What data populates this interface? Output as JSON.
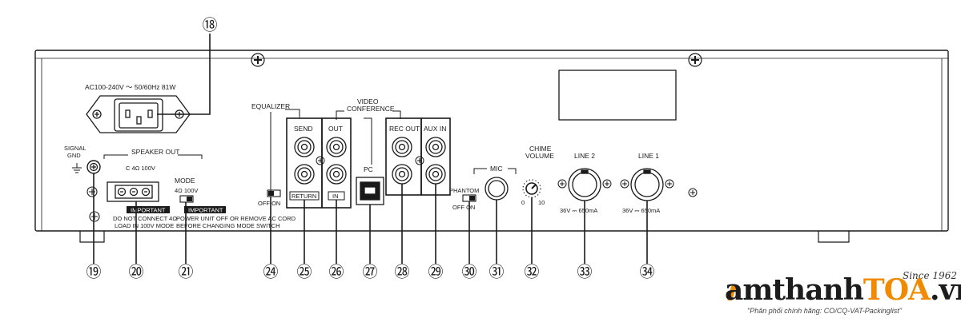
{
  "power": {
    "rating": "AC100-240V ～ 50/60Hz  81W"
  },
  "callouts": [
    "⑱",
    "⑲",
    "⑳",
    "㉑",
    "㉔",
    "㉕",
    "㉖",
    "㉗",
    "㉘",
    "㉙",
    "㉚",
    "㉛",
    "㉜",
    "㉝",
    "㉞"
  ],
  "signal_gnd": {
    "line1": "SIGNAL",
    "line2": "GND"
  },
  "speaker_out": {
    "title": "SPEAKER OUT",
    "terminals": "C   4Ω  100V",
    "important": "IMPORTANT",
    "warn1": "DO NOT CONNECT 4Ω",
    "warn2": "LOAD IN 100V MODE"
  },
  "mode": {
    "title": "MODE",
    "options": "4Ω   100V",
    "important": "IMPORTANT",
    "warn1": "POWER UNIT OFF OR REMOVE AC CORD",
    "warn2": "BEFORE CHANGING MODE SWITCH"
  },
  "equalizer": {
    "title": "EQUALIZER",
    "switch": "OFF  ON"
  },
  "send_return": {
    "send": "SEND",
    "return": "RETURN"
  },
  "video_conference": {
    "line1": "VIDEO",
    "line2": "CONFERENCE",
    "out": "OUT",
    "in": "IN"
  },
  "pc": {
    "label": "PC"
  },
  "rec_out": {
    "label": "REC OUT"
  },
  "aux_in": {
    "label": "AUX IN"
  },
  "mic": {
    "label": "MIC",
    "phantom": "PHANTOM",
    "switch": "OFF  ON"
  },
  "chime": {
    "line1": "CHIME",
    "line2": "VOLUME",
    "min": "0",
    "max": "10"
  },
  "line2": {
    "label": "LINE 2",
    "power": "36V ⎓ 650mA"
  },
  "line1": {
    "label": "LINE 1",
    "power": "36V ⎓ 650mA"
  },
  "brand": {
    "name_a": "amthanh",
    "name_b": "TOA",
    "name_c": ".vn",
    "since": "Since 1962",
    "tagline": "\"Phân phối chính hãng: CO/CQ-VAT-Packinglist\""
  },
  "colors": {
    "line": "#1a1a1a",
    "accent": "#f08a00"
  }
}
